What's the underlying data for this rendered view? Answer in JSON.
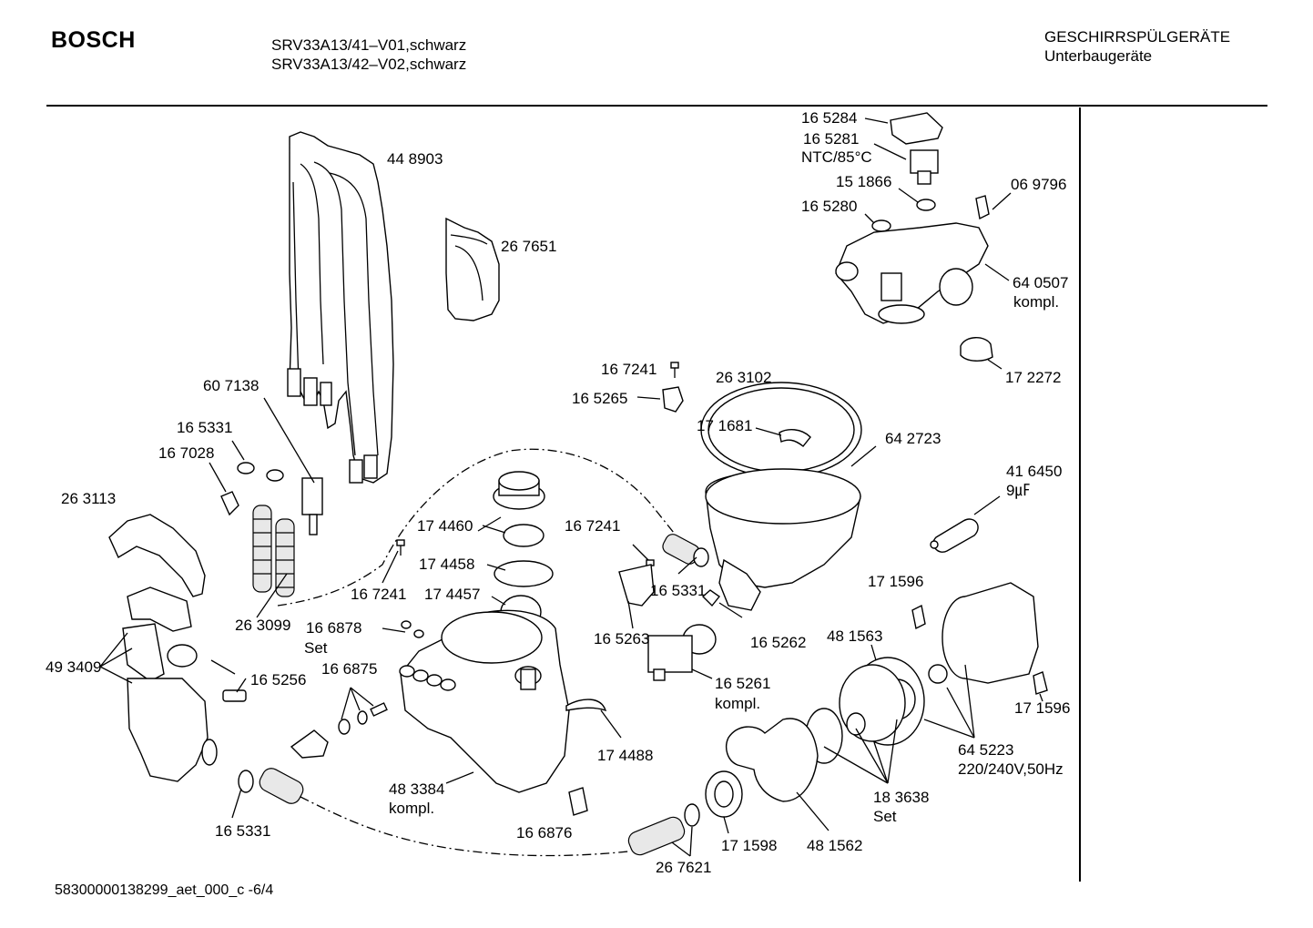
{
  "header": {
    "brand": "BOSCH",
    "models": [
      "SRV33A13/41–V01,schwarz",
      "SRV33A13/42–V02,schwarz"
    ],
    "category": "GESCHIRRSPÜLGERÄTE",
    "subcategory": "Unterbaugeräte"
  },
  "footer": {
    "document_id": "58300000138299_aet_000_c  -6/4"
  },
  "labels": [
    {
      "id": "165284",
      "lines": [
        "16 5284"
      ]
    },
    {
      "id": "165281",
      "lines": [
        "16 5281",
        "NTC/85°C"
      ]
    },
    {
      "id": "151866",
      "lines": [
        "15 1866"
      ]
    },
    {
      "id": "069796",
      "lines": [
        "06 9796"
      ]
    },
    {
      "id": "165280",
      "lines": [
        "16 5280"
      ]
    },
    {
      "id": "640507",
      "lines": [
        "64 0507",
        "kompl."
      ]
    },
    {
      "id": "448903",
      "lines": [
        "44 8903"
      ]
    },
    {
      "id": "267651",
      "lines": [
        "26 7651"
      ]
    },
    {
      "id": "172272",
      "lines": [
        "17 2272"
      ]
    },
    {
      "id": "167241a",
      "lines": [
        "16 7241"
      ]
    },
    {
      "id": "263102",
      "lines": [
        "26 3102"
      ]
    },
    {
      "id": "165265",
      "lines": [
        "16 5265"
      ]
    },
    {
      "id": "607138",
      "lines": [
        "60 7138"
      ]
    },
    {
      "id": "171681",
      "lines": [
        "17 1681"
      ]
    },
    {
      "id": "642723",
      "lines": [
        "64 2723"
      ]
    },
    {
      "id": "165331a",
      "lines": [
        "16 5331"
      ]
    },
    {
      "id": "167028",
      "lines": [
        "16 7028"
      ]
    },
    {
      "id": "416450",
      "lines": [
        "41 6450",
        "9㎌"
      ]
    },
    {
      "id": "263113",
      "lines": [
        "26 3113"
      ]
    },
    {
      "id": "174460",
      "lines": [
        "17 4460"
      ]
    },
    {
      "id": "167241b",
      "lines": [
        "16 7241"
      ]
    },
    {
      "id": "174458",
      "lines": [
        "17 4458"
      ]
    },
    {
      "id": "165331b",
      "lines": [
        "16 5331"
      ]
    },
    {
      "id": "171596a",
      "lines": [
        "17 1596"
      ]
    },
    {
      "id": "167241c",
      "lines": [
        "16 7241"
      ]
    },
    {
      "id": "174457",
      "lines": [
        "17 4457"
      ]
    },
    {
      "id": "263099",
      "lines": [
        "26 3099"
      ]
    },
    {
      "id": "166878",
      "lines": [
        "16 6878",
        "Set"
      ]
    },
    {
      "id": "165263",
      "lines": [
        "16 5263"
      ]
    },
    {
      "id": "165262",
      "lines": [
        "16 5262"
      ]
    },
    {
      "id": "481563",
      "lines": [
        "48 1563"
      ]
    },
    {
      "id": "493409",
      "lines": [
        "49 3409"
      ]
    },
    {
      "id": "166875",
      "lines": [
        "16 6875"
      ]
    },
    {
      "id": "165256",
      "lines": [
        "16 5256"
      ]
    },
    {
      "id": "165261",
      "lines": [
        "16 5261",
        "kompl."
      ]
    },
    {
      "id": "171596b",
      "lines": [
        "17 1596"
      ]
    },
    {
      "id": "174488",
      "lines": [
        "17 4488"
      ]
    },
    {
      "id": "645223",
      "lines": [
        "64 5223",
        "220/240V,50Hz"
      ]
    },
    {
      "id": "483384",
      "lines": [
        "48 3384",
        "kompl."
      ]
    },
    {
      "id": "183638",
      "lines": [
        "18 3638",
        "Set"
      ]
    },
    {
      "id": "165331c",
      "lines": [
        "16 5331"
      ]
    },
    {
      "id": "166876",
      "lines": [
        "16 6876"
      ]
    },
    {
      "id": "171598",
      "lines": [
        "17 1598"
      ]
    },
    {
      "id": "481562",
      "lines": [
        "48 1562"
      ]
    },
    {
      "id": "267621",
      "lines": [
        "26 7621"
      ]
    }
  ]
}
